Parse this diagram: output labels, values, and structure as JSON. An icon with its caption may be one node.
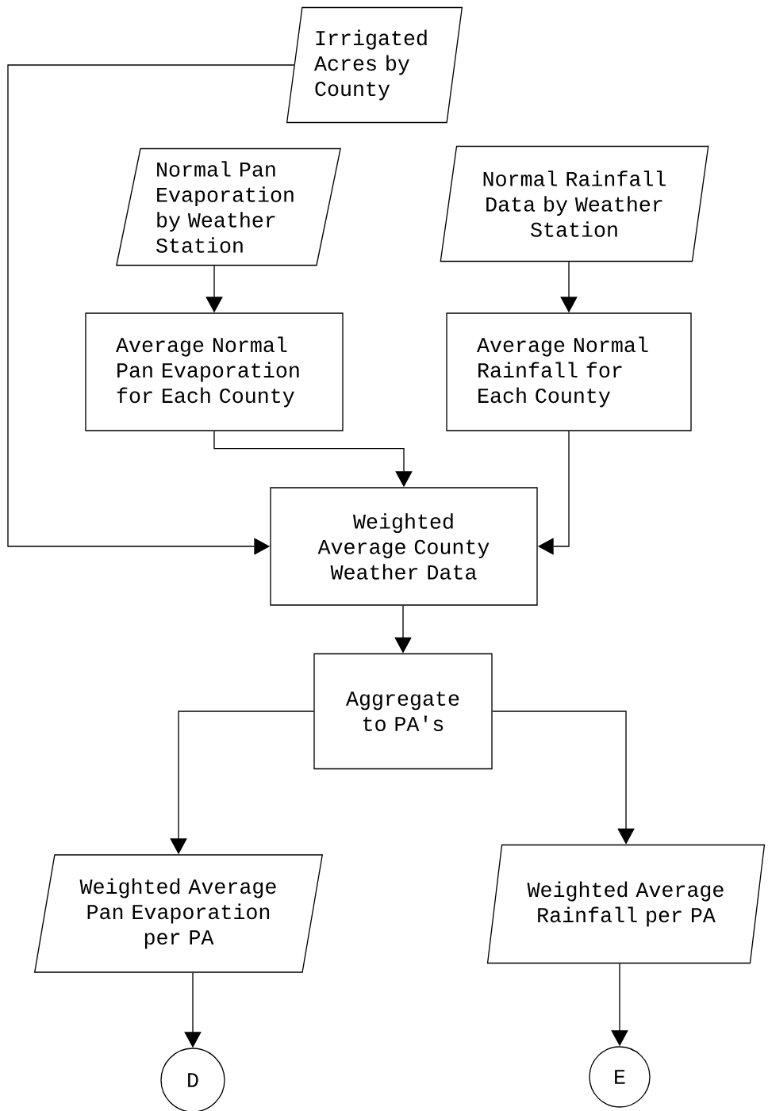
{
  "diagram": {
    "nodes": [
      {
        "text": [
          "Irrigated Acres by County"
        ]
      },
      {
        "text": [
          "Normal Pan Evaporation by Weather Station"
        ]
      },
      {
        "text": [
          "Normal Rainfall Data by Weather Station"
        ]
      },
      {
        "text": [
          "Average Normal Pan Evaporation for Each County"
        ]
      },
      {
        "text": [
          "Average Normal Rainfall for Each County"
        ]
      },
      {
        "text": [
          "Weighted Average County Weather Data"
        ]
      },
      {
        "text": [
          "Aggregate to PA's"
        ]
      },
      {
        "text": [
          "Weighted Average Pan Evaporation per PA"
        ]
      },
      {
        "text": [
          "Weighted Average Rainfall per PA"
        ]
      },
      {
        "text": [
          "D"
        ]
      },
      {
        "text": [
          "E"
        ]
      }
    ],
    "edges": [
      {
        "from": 0,
        "to": 5,
        "arrow": "to"
      },
      {
        "from": 1,
        "to": 3,
        "arrow": "to"
      },
      {
        "from": 2,
        "to": 4,
        "arrow": "to"
      },
      {
        "from": 3,
        "to": 5,
        "arrow": "to"
      },
      {
        "from": 4,
        "to": 5,
        "arrow": "to"
      },
      {
        "from": 5,
        "to": 6,
        "arrow": "to"
      },
      {
        "from": 6,
        "to": 7,
        "arrow": "to"
      },
      {
        "from": 6,
        "to": 8,
        "arrow": "to"
      },
      {
        "from": 7,
        "to": 9,
        "arrow": "to"
      },
      {
        "from": 8,
        "to": 10,
        "arrow": "to"
      }
    ]
  }
}
